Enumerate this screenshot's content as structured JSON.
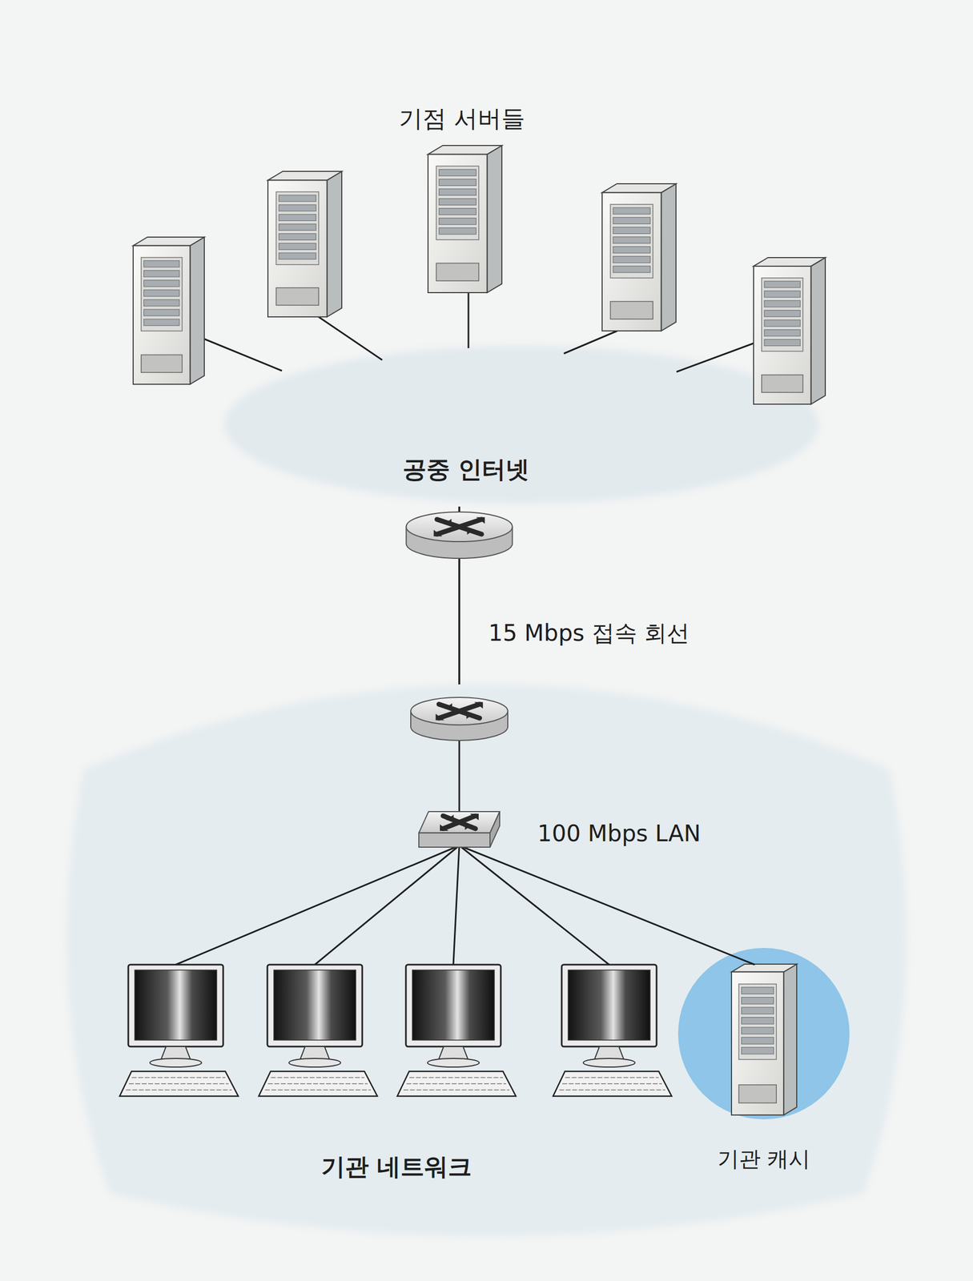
{
  "diagram": {
    "nodes": [
      {
        "text": [
          "공중 인터넷"
        ]
      },
      {
        "text": [
          "기관 네트워크"
        ]
      },
      {
        "text": [
          "기관 캐시"
        ],
        "in": 1
      }
    ],
    "edges": [
      {
        "from": 0,
        "to": 1,
        "arrow": "none",
        "label": "15 Mbps 접속 회선"
      }
    ],
    "labels": [
      "기점 서버들",
      "100 Mbps LAN"
    ]
  }
}
